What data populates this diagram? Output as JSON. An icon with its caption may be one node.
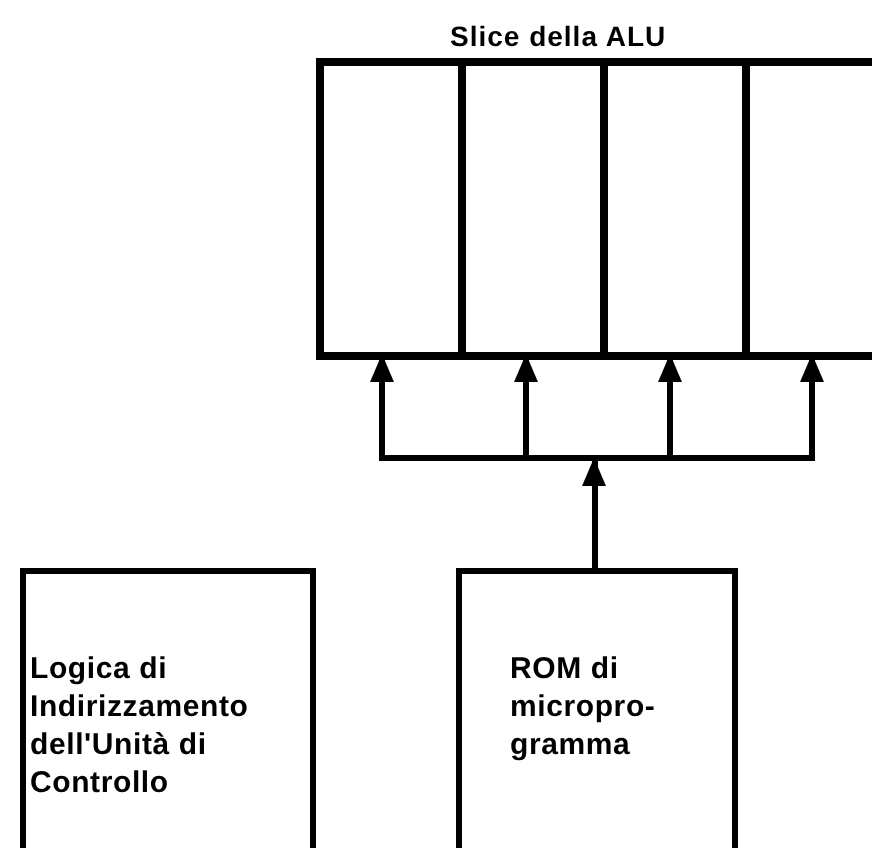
{
  "diagram": {
    "nodes": [
      {
        "text": [
          "Slice della ALU"
        ]
      },
      {
        "text": [],
        "shape": "box",
        "in": 0
      },
      {
        "text": [],
        "shape": "box",
        "in": 0
      },
      {
        "text": [],
        "shape": "box",
        "in": 0
      },
      {
        "text": [],
        "shape": "box",
        "in": 0
      },
      {
        "text": [
          "Logica di Indirizzamento dell'Unità di Controllo"
        ]
      },
      {
        "text": [
          "ROM di micropro- gramma"
        ]
      }
    ],
    "edges": [
      {
        "from": 6,
        "to": 1,
        "arrow": "to"
      },
      {
        "from": 6,
        "to": 2,
        "arrow": "to"
      },
      {
        "from": 6,
        "to": 3,
        "arrow": "to"
      },
      {
        "from": 6,
        "to": 4,
        "arrow": "to"
      }
    ]
  }
}
